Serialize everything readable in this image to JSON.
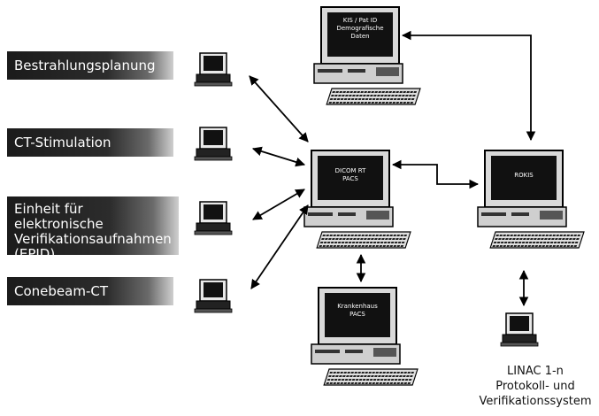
{
  "labels": {
    "bestrahlungsplanung": "Bestrahlungsplanung",
    "ct_stimulation": "CT-Stimulation",
    "epid_line1": "Einheit für elektronische",
    "epid_line2": "Verifikationsaufnahmen",
    "epid_line3": "(EPID)",
    "conebeam": "Conebeam-CT"
  },
  "screens": {
    "kis_line1": "KIS / Pat ID",
    "kis_line2": "Demografische",
    "kis_line3": "Daten",
    "dicom_line1": "DICOM RT",
    "dicom_line2": "PACS",
    "rokis": "ROKIS",
    "kh_line1": "Krankenhaus",
    "kh_line2": "PACS"
  },
  "linac": {
    "line1": "LINAC 1-n",
    "line2": "Protokoll- und",
    "line3": "Verifikationssystem"
  },
  "colors": {
    "label_bg": "#1b1b1b",
    "label_text": "#ffffff",
    "lines": "#000000"
  }
}
